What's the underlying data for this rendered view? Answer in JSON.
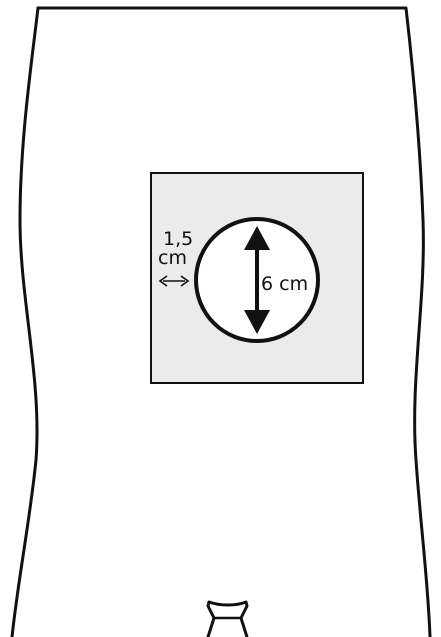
{
  "labels": {
    "margin_top": "1,5",
    "margin_bottom": "cm",
    "diameter": "6 cm"
  },
  "colors": {
    "outline": "#111111",
    "patch_fill": "#ebebeb",
    "circle_fill": "#ffffff",
    "background": "#ffffff"
  },
  "icons": {
    "margin_arrow": "double-headed-horizontal-arrow",
    "diameter_arrow": "double-headed-vertical-arrow"
  }
}
